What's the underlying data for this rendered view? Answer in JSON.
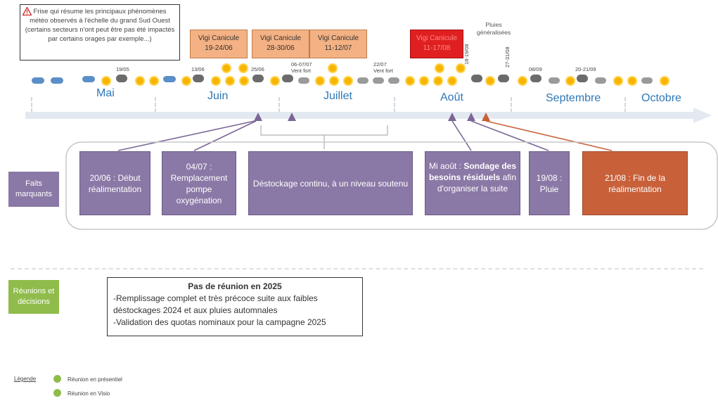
{
  "note": {
    "text": "Frise qui résume les principaux phénomènes météo observés à l'échelle du grand Sud Ouest (certains secteurs n'ont peut être pas été impactés par certains orages par exemple...)"
  },
  "vigi": [
    {
      "label": "Vigi Canicule",
      "dates": "19-24/06"
    },
    {
      "label": "Vigi Canicule",
      "dates": "28-30/06"
    },
    {
      "label": "Vigi Canicule",
      "dates": "11-12/07"
    },
    {
      "label": "Vigi Canicule",
      "dates": "11-17/08"
    }
  ],
  "pluies": {
    "label": "Pluies généralisées",
    "d1": "18-19/08",
    "d2": "27-31/08"
  },
  "weather_labels": {
    "l1": "19/05",
    "l2": "13/06",
    "l3": "25/06",
    "l4a": "06-07/07",
    "l4b": "Vent fort",
    "l5a": "22/07",
    "l5b": "Vent fort",
    "l6": "08/09",
    "l7": "20-21/09"
  },
  "months": [
    "Mai",
    "Juin",
    "Juillet",
    "Août",
    "Septembre",
    "Octobre"
  ],
  "faits_label": "Faits marquants",
  "faits": [
    {
      "text": "20/06 : Début réalimentation"
    },
    {
      "text": "04/07 : Remplacement pompe oxygénation"
    },
    {
      "text": "Déstockage continu, à un niveau soutenu"
    },
    {
      "pre": "Mi août : ",
      "bold": "Sondage des besoins résiduels",
      "post": " afin d'organiser la suite"
    },
    {
      "text": "19/08 : Pluie"
    },
    {
      "text": "21/08 : Fin de la réalimentation"
    }
  ],
  "reunions_label": "Réunions et décisions",
  "pas_reunion": {
    "title": "Pas de réunion en 2025",
    "line1": "-Remplissage complet et très précoce suite aux faibles déstockages 2024 et aux pluies automnales",
    "line2": "-Validation des quotas nominaux pour la campagne 2025"
  },
  "legend": {
    "title": "Légende",
    "item1": "Réunion en présentiel",
    "item2": "Réunion en Visio"
  },
  "colors": {
    "purple": "#8a78a6",
    "red_orange": "#c8603a",
    "green": "#8fbc4a",
    "canicule": "#f4b183",
    "canicule_red": "#e02020",
    "month_blue": "#2e78b7"
  }
}
